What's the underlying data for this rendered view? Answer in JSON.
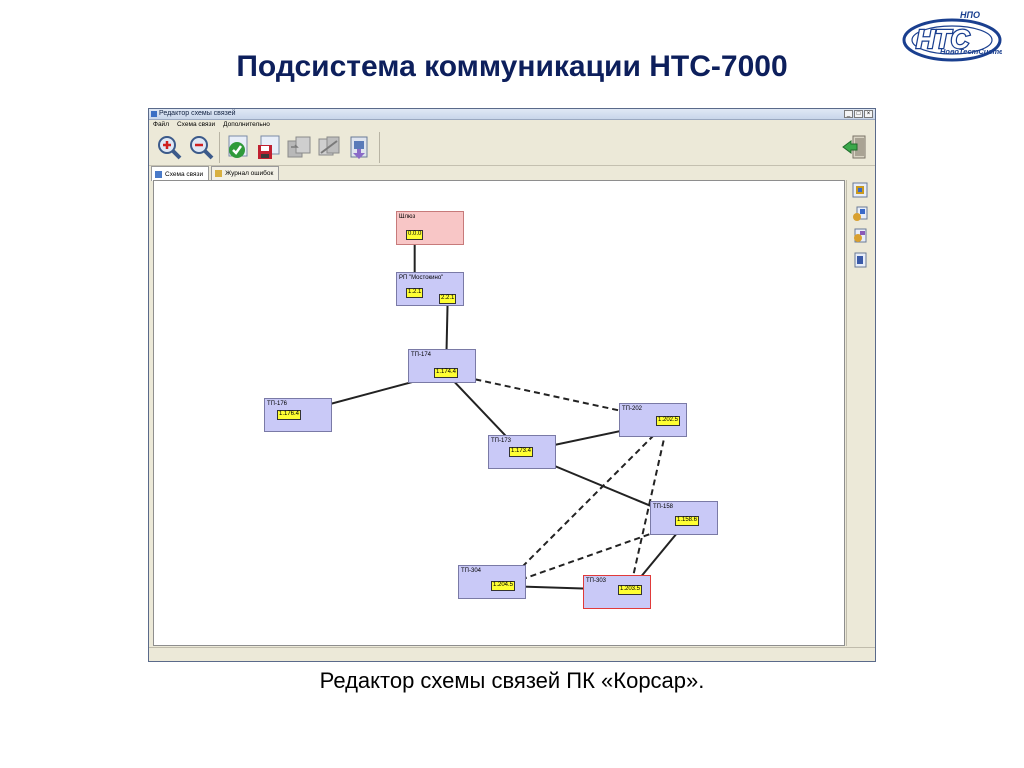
{
  "slide": {
    "title": "Подсистема коммуникации НТС-7000",
    "caption": "Редактор схемы связей ПК «Корсар».",
    "logo": {
      "top_text": "НПО",
      "main_text": "НТС",
      "sub_text": "НовоТестСистемы",
      "color": "#1a3f8f"
    }
  },
  "window": {
    "title": "Редактор схемы связей",
    "buttons": [
      "_",
      "□",
      "×"
    ]
  },
  "menu": [
    "Файл",
    "Схема связи",
    "Дополнительно"
  ],
  "toolbar": {
    "buttons": [
      {
        "name": "zoom-in-icon"
      },
      {
        "name": "zoom-out-icon"
      },
      {
        "name": "apply-icon"
      },
      {
        "name": "save-icon"
      },
      {
        "name": "copy-icon"
      },
      {
        "name": "disconnect-icon"
      },
      {
        "name": "export-icon"
      }
    ],
    "exit": {
      "name": "exit-icon"
    }
  },
  "tabs": [
    {
      "label": "Схема связи",
      "active": true
    },
    {
      "label": "Журнал ошибок",
      "active": false
    }
  ],
  "side_panel": [
    "panel-icon-1",
    "panel-icon-2",
    "panel-icon-3",
    "panel-icon-4"
  ],
  "colors": {
    "node_fill": "#c9c9f7",
    "gateway_fill": "#f8c6c6",
    "alert_border": "#e03a3a",
    "port_fill": "#ffff33",
    "link_color": "#222222"
  },
  "nodes": [
    {
      "id": "gw",
      "label": "Шлюз",
      "type": "gw",
      "ports": [
        "0.0.0"
      ]
    },
    {
      "id": "rp",
      "label": "РП \"Мостокино\"",
      "type": "normal",
      "ports": [
        "1.2.1",
        "2.2.1"
      ]
    },
    {
      "id": "tp174",
      "label": "ТП-174",
      "type": "normal",
      "ports": [
        "1.174.4"
      ]
    },
    {
      "id": "tp176",
      "label": "ТП-176",
      "type": "normal",
      "ports": [
        "1.176.4"
      ]
    },
    {
      "id": "tp202",
      "label": "ТП-202",
      "type": "normal",
      "ports": [
        "1.202.5"
      ]
    },
    {
      "id": "tp173",
      "label": "ТП-173",
      "type": "normal",
      "ports": [
        "1.173.4"
      ]
    },
    {
      "id": "tp158",
      "label": "ТП-158",
      "type": "normal",
      "ports": [
        "1.158.6"
      ]
    },
    {
      "id": "tp304",
      "label": "ТП-304",
      "type": "normal",
      "ports": [
        "1.204.5"
      ]
    },
    {
      "id": "tp303",
      "label": "ТП-303",
      "type": "alert",
      "ports": [
        "1.203.5"
      ]
    }
  ],
  "links": [
    {
      "from": "0.0.0",
      "to": "1.2.1",
      "style": "solid"
    },
    {
      "from": "2.2.1",
      "to": "1.174.4",
      "style": "solid"
    },
    {
      "from": "1.174.4",
      "to": "1.176.4",
      "style": "solid"
    },
    {
      "from": "1.174.4",
      "to": "1.173.4",
      "style": "solid"
    },
    {
      "from": "1.174.4",
      "to": "1.202.5",
      "style": "dashed"
    },
    {
      "from": "1.173.4",
      "to": "1.202.5",
      "style": "solid"
    },
    {
      "from": "1.173.4",
      "to": "1.158.6",
      "style": "solid"
    },
    {
      "from": "1.202.5",
      "to": "1.204.5",
      "style": "dashed"
    },
    {
      "from": "1.202.5",
      "to": "1.203.5",
      "style": "dashed"
    },
    {
      "from": "1.158.6",
      "to": "1.204.5",
      "style": "dashed"
    },
    {
      "from": "1.158.6",
      "to": "1.203.5",
      "style": "solid"
    },
    {
      "from": "1.204.5",
      "to": "1.203.5",
      "style": "solid"
    }
  ]
}
